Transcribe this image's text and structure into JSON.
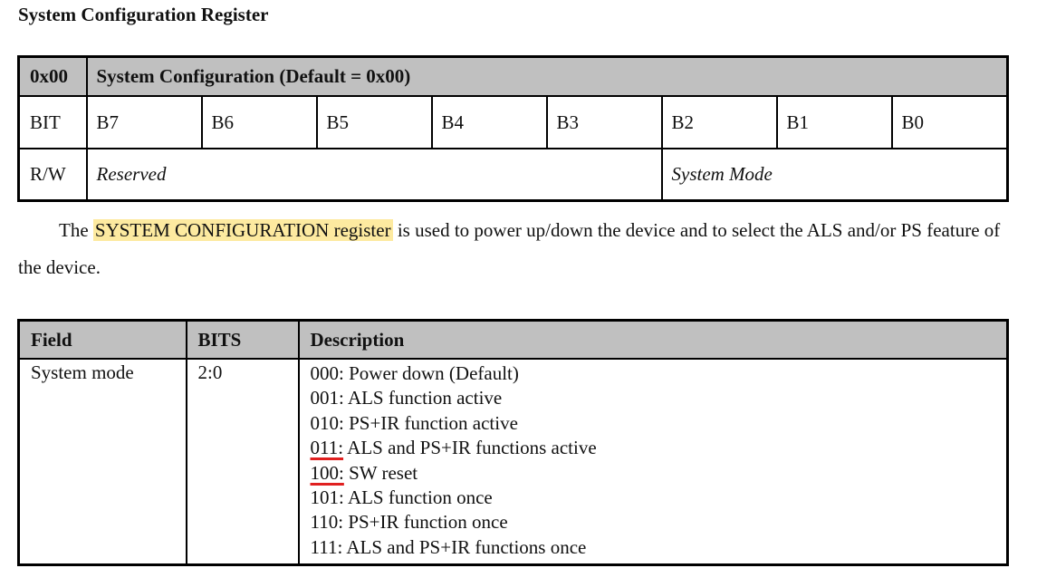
{
  "section_title": "System Configuration Register",
  "register_table": {
    "address": "0x00",
    "name": "System Configuration (Default = 0x00)",
    "bit_row_label": "BIT",
    "bits": [
      "B7",
      "B6",
      "B5",
      "B4",
      "B3",
      "B2",
      "B1",
      "B0"
    ],
    "rw_row_label": "R/W",
    "reserved_label": "Reserved",
    "system_mode_label": "System Mode"
  },
  "paragraph": {
    "prefix": "The",
    "highlight": "SYSTEM CONFIGURATION register",
    "suffix": "is used to power up/down the device and to select the ALS and/or PS feature of the device.",
    "highlight_color": "#fdeaa0"
  },
  "field_table": {
    "headers": {
      "field": "Field",
      "bits": "BITS",
      "description": "Description"
    },
    "rows": [
      {
        "field": "System mode",
        "bits": "2:0",
        "description": [
          {
            "code": "000:",
            "text": "Power down (Default)",
            "underlined": false
          },
          {
            "code": "001:",
            "text": "ALS function active",
            "underlined": false
          },
          {
            "code": "010:",
            "text": "PS+IR function active",
            "underlined": false
          },
          {
            "code": "011:",
            "text": "ALS and PS+IR functions active",
            "underlined": true
          },
          {
            "code": "100:",
            "text": "SW reset",
            "underlined": true
          },
          {
            "code": "101:",
            "text": "ALS function once",
            "underlined": false
          },
          {
            "code": "110:",
            "text": "PS+IR function once",
            "underlined": false
          },
          {
            "code": "111:",
            "text": "ALS and PS+IR functions once",
            "underlined": false
          }
        ]
      }
    ],
    "underline_color": "#e02020",
    "header_bg": "#c0c0c0"
  }
}
